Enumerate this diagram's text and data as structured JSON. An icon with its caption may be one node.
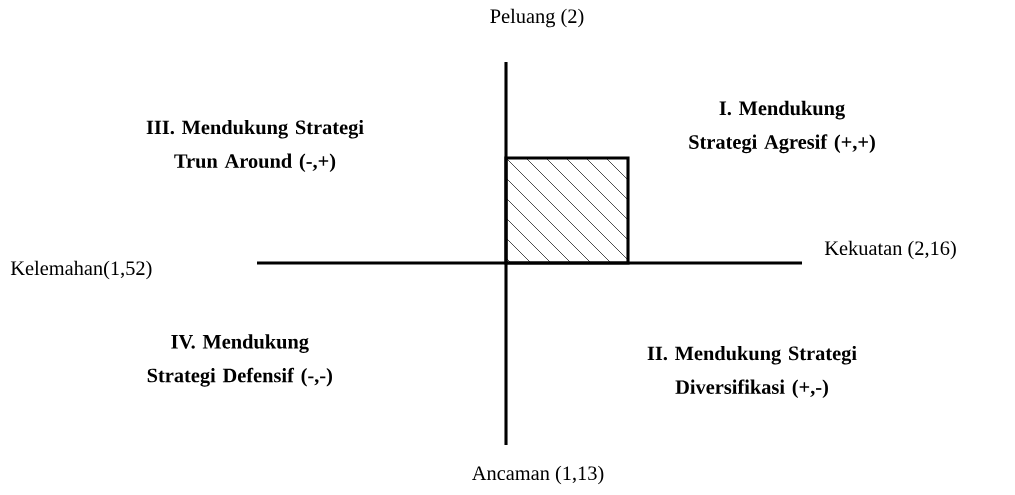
{
  "diagram": {
    "labels": [
      "Peluang (2)",
      "III. Mendukung Strategi Trun Around (-,+)",
      "I. Mendukung Strategi Agresif (+,+)",
      "Kelemahan(1,52)",
      "Kekuatan (2,16)",
      "IV. Mendukung Strategi Defensif (-,-)",
      "II. Mendukung Strategi Diversifikasi (+,-)",
      "Ancaman (1,13)"
    ]
  }
}
